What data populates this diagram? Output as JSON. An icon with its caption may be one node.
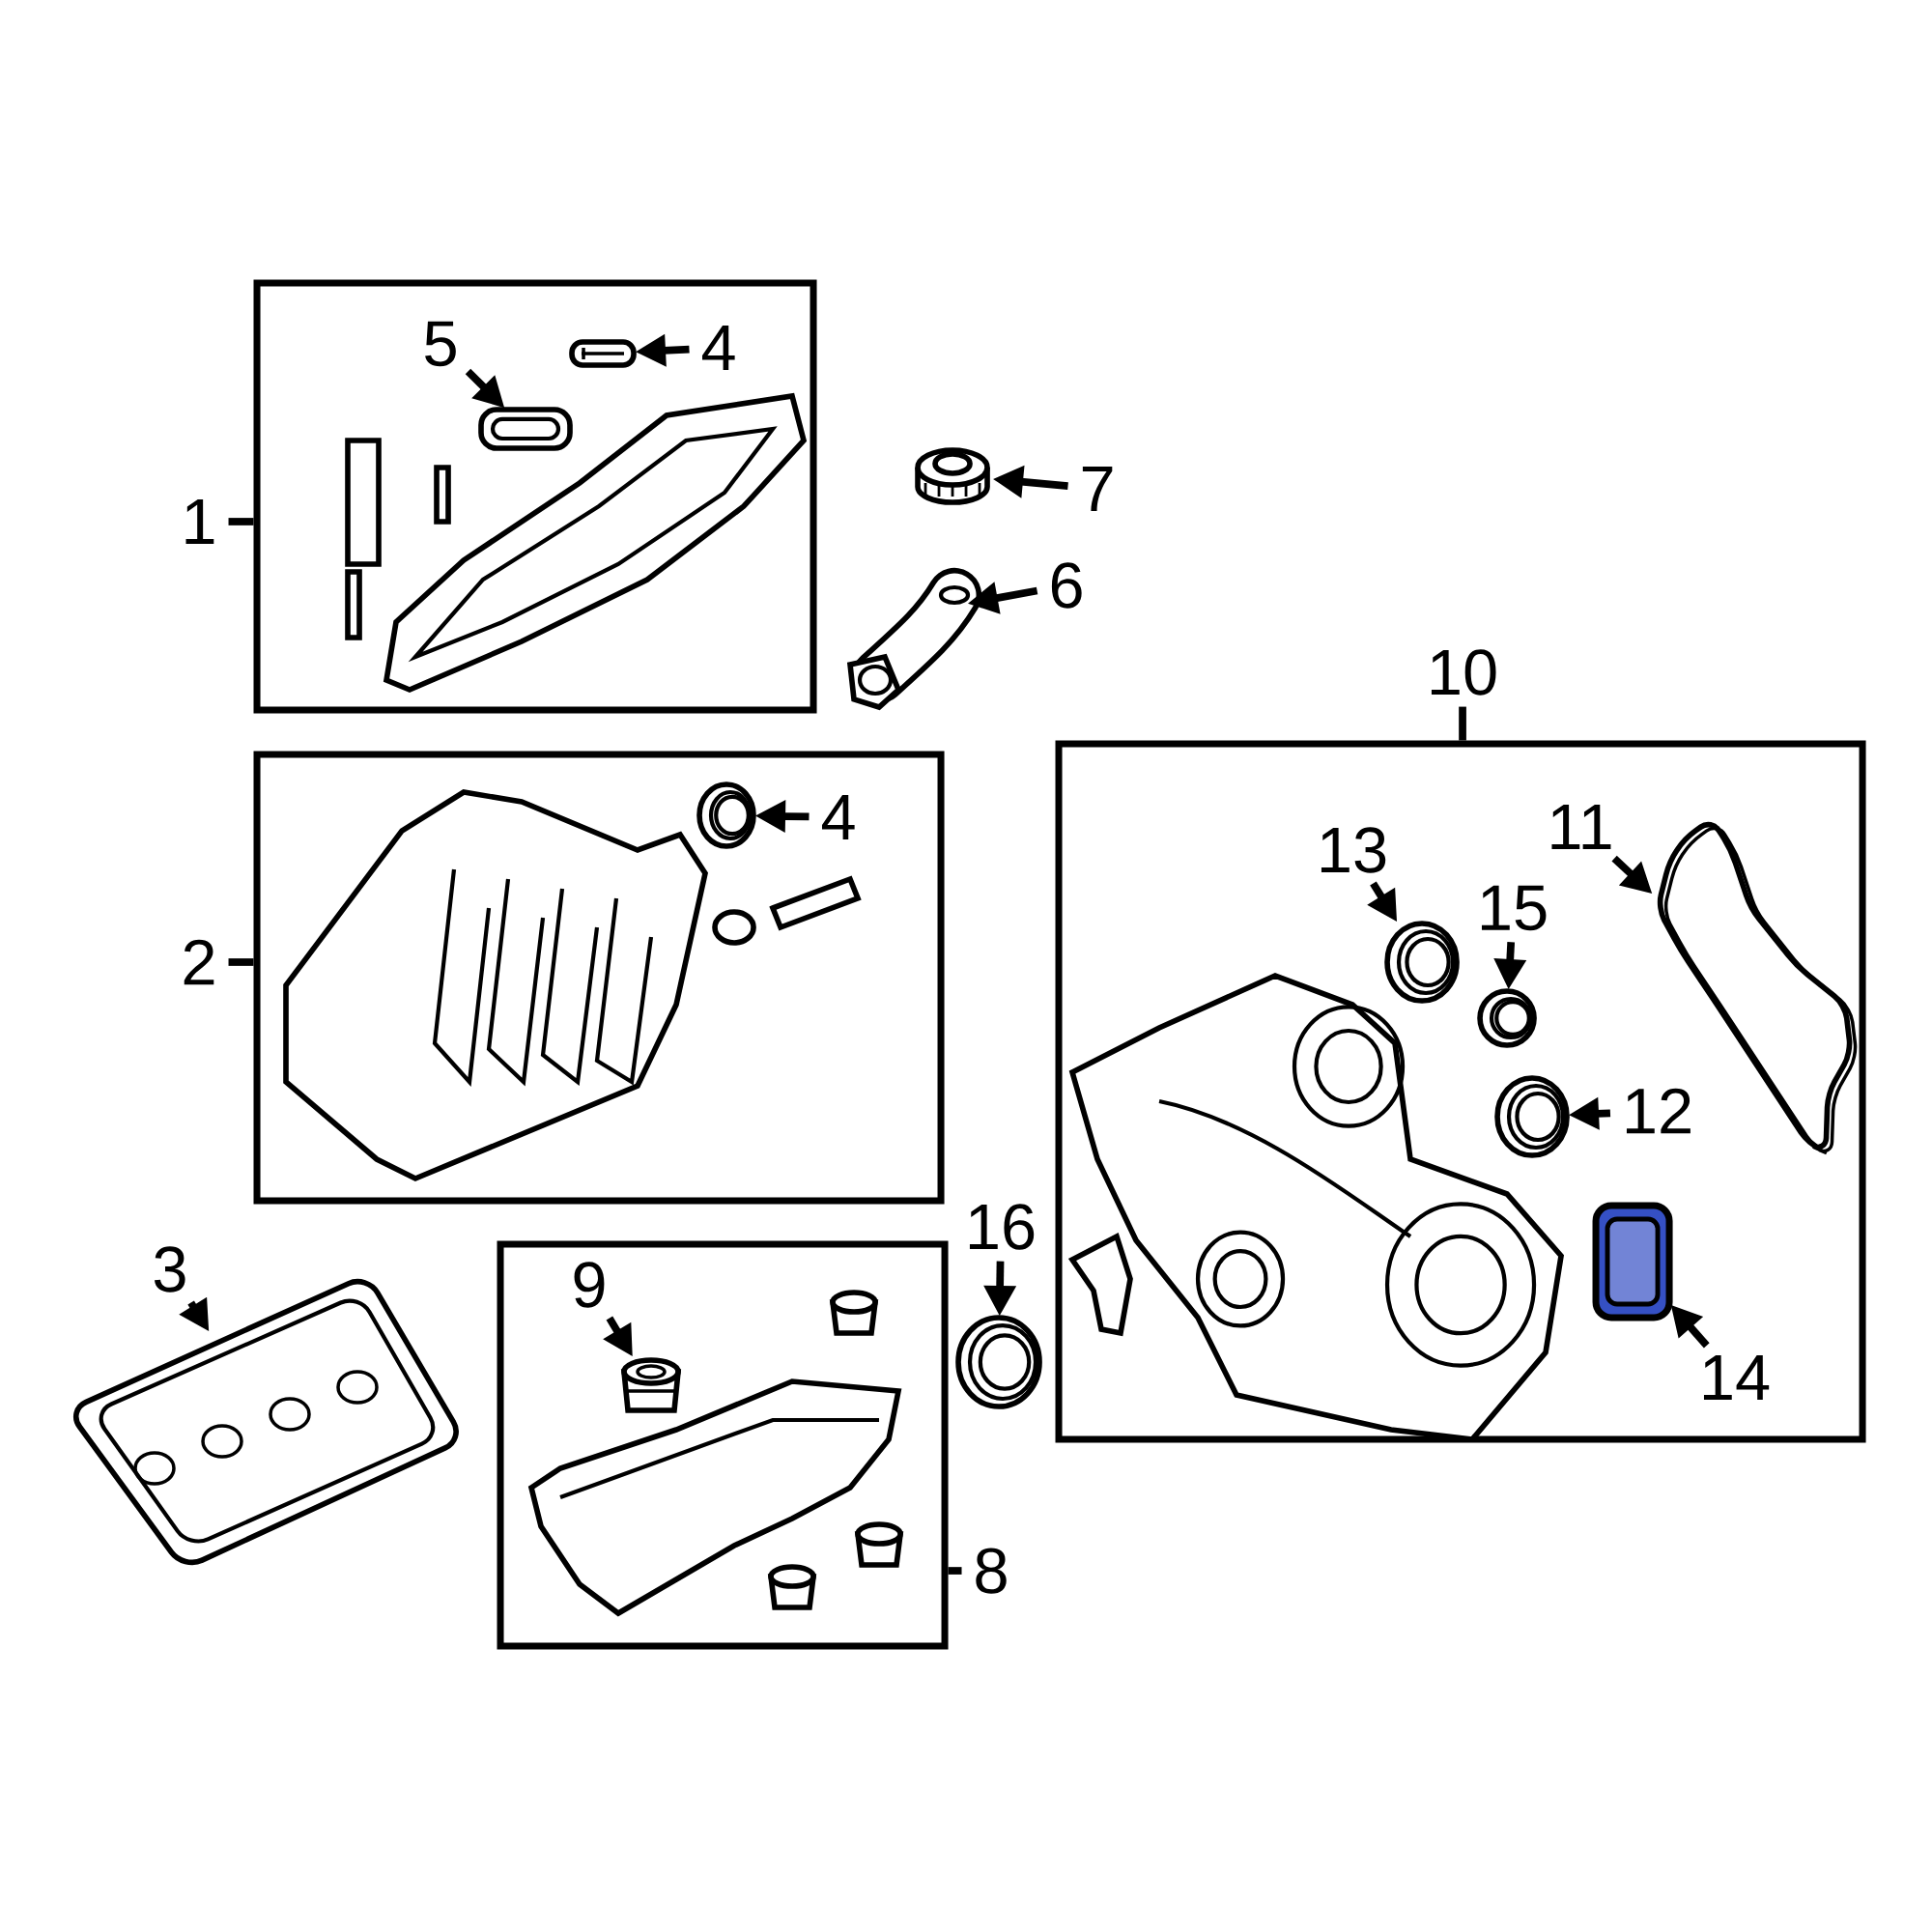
{
  "diagram": {
    "nodes": [
      {
        "text": [],
        "shape": "box"
      },
      {
        "text": [
          "5"
        ],
        "in": 0
      },
      {
        "text": [],
        "shape": "picture",
        "in": 0
      },
      {
        "text": [
          "4"
        ],
        "in": 0
      },
      {
        "text": [],
        "shape": "picture",
        "in": 0
      },
      {
        "text": [
          "1"
        ]
      },
      {
        "text": [],
        "shape": "picture",
        "in": 0
      },
      {
        "text": [
          "7"
        ]
      },
      {
        "text": [],
        "shape": "picture"
      },
      {
        "text": [
          "6"
        ]
      },
      {
        "text": [],
        "shape": "picture"
      },
      {
        "text": [],
        "shape": "box"
      },
      {
        "text": [
          "4"
        ],
        "in": 11
      },
      {
        "text": [],
        "shape": "picture",
        "in": 11
      },
      {
        "text": [
          "2"
        ]
      },
      {
        "text": [],
        "shape": "picture",
        "in": 11
      },
      {
        "text": [
          "10"
        ]
      },
      {
        "text": [],
        "shape": "box"
      },
      {
        "text": [
          "13"
        ],
        "in": 17
      },
      {
        "text": [],
        "shape": "picture",
        "in": 17
      },
      {
        "text": [
          "15"
        ],
        "in": 17
      },
      {
        "text": [],
        "shape": "picture",
        "in": 17
      },
      {
        "text": [
          "11"
        ],
        "in": 17
      },
      {
        "text": [],
        "shape": "picture",
        "in": 17
      },
      {
        "text": [
          "12"
        ],
        "in": 17
      },
      {
        "text": [],
        "shape": "picture",
        "in": 17
      },
      {
        "text": [
          "14"
        ],
        "in": 17
      },
      {
        "text": [],
        "shape": "picture",
        "in": 17
      },
      {
        "text": [],
        "shape": "picture",
        "in": 17
      },
      {
        "text": [
          "16"
        ]
      },
      {
        "text": [],
        "shape": "picture"
      },
      {
        "text": [
          "3"
        ]
      },
      {
        "text": [],
        "shape": "picture"
      },
      {
        "text": [],
        "shape": "box"
      },
      {
        "text": [
          "9"
        ],
        "in": 33
      },
      {
        "text": [],
        "shape": "picture",
        "in": 33
      },
      {
        "text": [
          "8"
        ]
      },
      {
        "text": [],
        "shape": "picture",
        "in": 33
      }
    ],
    "edges": [
      {
        "from": 1,
        "to": 2,
        "arrow": "to"
      },
      {
        "from": 3,
        "to": 4,
        "arrow": "to"
      },
      {
        "from": 5,
        "to": 0,
        "arrow": "none"
      },
      {
        "from": 7,
        "to": 8,
        "arrow": "to"
      },
      {
        "from": 9,
        "to": 10,
        "arrow": "to"
      },
      {
        "from": 12,
        "to": 13,
        "arrow": "to"
      },
      {
        "from": 14,
        "to": 11,
        "arrow": "none"
      },
      {
        "from": 16,
        "to": 17,
        "arrow": "none"
      },
      {
        "from": 18,
        "to": 19,
        "arrow": "to"
      },
      {
        "from": 20,
        "to": 21,
        "arrow": "to"
      },
      {
        "from": 22,
        "to": 23,
        "arrow": "to"
      },
      {
        "from": 24,
        "to": 25,
        "arrow": "to"
      },
      {
        "from": 26,
        "to": 27,
        "arrow": "to"
      },
      {
        "from": 29,
        "to": 30,
        "arrow": "to"
      },
      {
        "from": 31,
        "to": 32,
        "arrow": "to"
      },
      {
        "from": 34,
        "to": 35,
        "arrow": "to"
      },
      {
        "from": 36,
        "to": 33,
        "arrow": "none"
      }
    ]
  }
}
